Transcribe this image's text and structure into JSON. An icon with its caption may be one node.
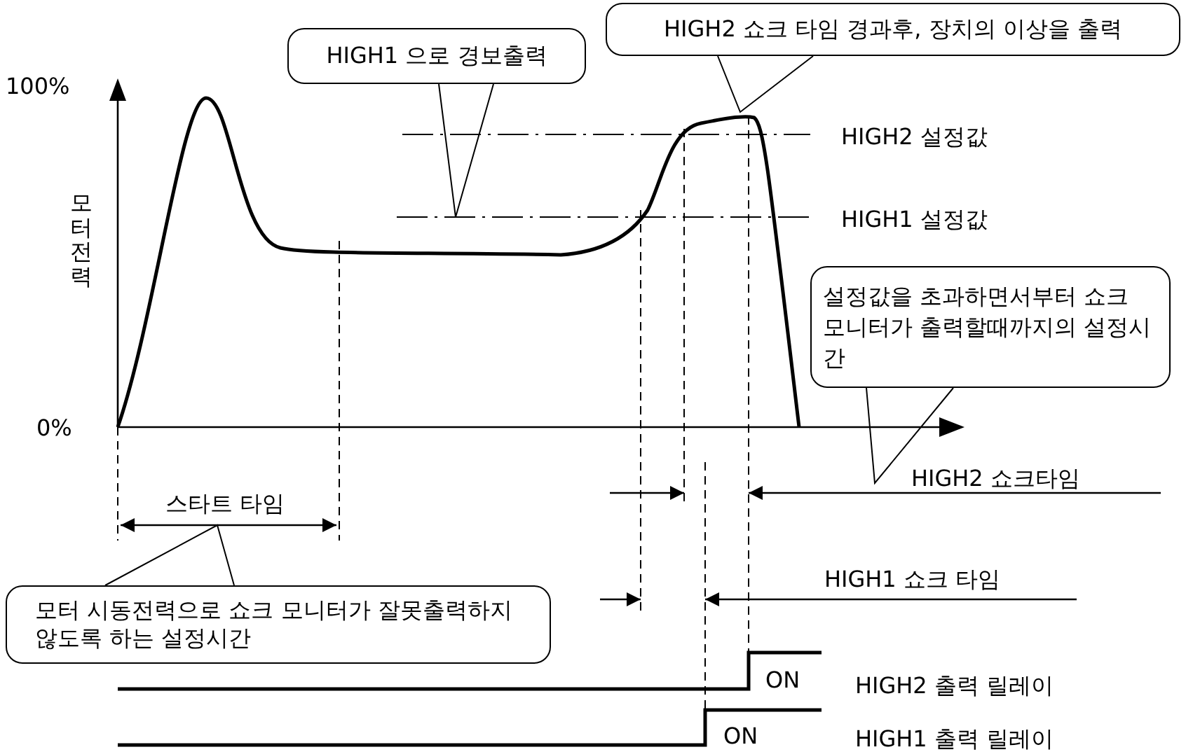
{
  "diagram": {
    "nodes": [
      {
        "text": [
          "HIGH1 으로 경보출력"
        ]
      },
      {
        "text": [
          "HIGH2 쇼크 타임 경과후, 장치의 이상을 출력"
        ]
      },
      {
        "text": [
          "설정값을 초과하면서부터 쇼크 모니터가 출력할때까지의 설정시간"
        ]
      },
      {
        "text": [
          "모터 시동전력으로 쇼크 모니터가 잘못출력하지 않도록 하는 설정시간"
        ]
      }
    ],
    "edges": [
      {
        "from": 0,
        "to": null,
        "arrow": "none"
      },
      {
        "from": 1,
        "to": null,
        "arrow": "none"
      },
      {
        "from": 2,
        "to": null,
        "arrow": "none"
      },
      {
        "from": 3,
        "to": null,
        "arrow": "none"
      }
    ],
    "labels": [
      "100%",
      "모터 전력",
      "0%",
      "HIGH2 설정값",
      "HIGH1 설정값",
      "스타트 타임",
      "HIGH2 쇼크타임",
      "HIGH1 쇼크 타임",
      "ON",
      "HIGH2 출력 릴레이",
      "ON",
      "HIGH1 출력 릴레이"
    ]
  }
}
